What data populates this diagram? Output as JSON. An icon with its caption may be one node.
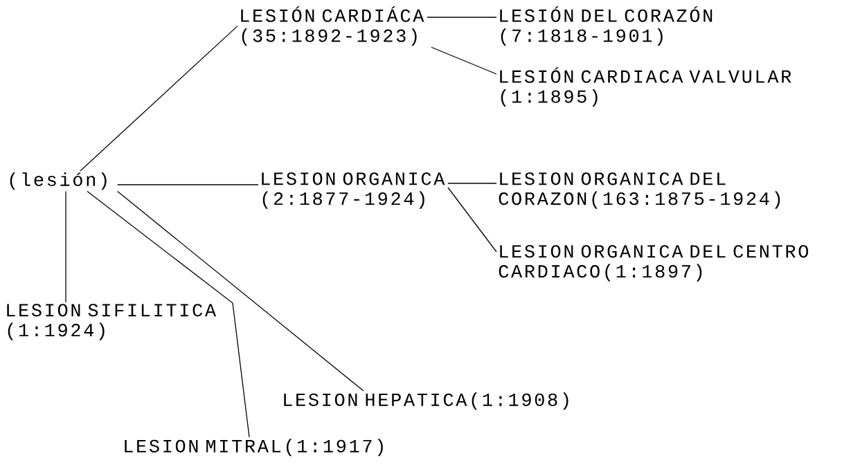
{
  "diagram": {
    "nodes": [
      {
        "text": [
          "(lesión)"
        ]
      },
      {
        "text": [
          "LESIÓN CARDIÁCA (35:1892-1923)"
        ]
      },
      {
        "text": [
          "LESIÓN DEL CORAZÓN (7:1818-1901)"
        ]
      },
      {
        "text": [
          "LESIÓN CARDIACA VALVULAR (1:1895)"
        ]
      },
      {
        "text": [
          "LESION ORGANICA (2:1877-1924)"
        ]
      },
      {
        "text": [
          "LESION ORGANICA DEL CORAZON(163:1875-1924)"
        ]
      },
      {
        "text": [
          "LESION ORGANICA DEL CENTRO CARDIACO(1:1897)"
        ]
      },
      {
        "text": [
          "LESION SIFILITICA (1:1924)"
        ]
      },
      {
        "text": [
          "LESION HEPATICA(1:1908)"
        ]
      },
      {
        "text": [
          "LESION MITRAL(1:1917)"
        ]
      }
    ],
    "edges": [
      {
        "from": 0,
        "to": 1,
        "arrow": "none"
      },
      {
        "from": 1,
        "to": 2,
        "arrow": "none"
      },
      {
        "from": 1,
        "to": 3,
        "arrow": "none"
      },
      {
        "from": 0,
        "to": 4,
        "arrow": "none"
      },
      {
        "from": 4,
        "to": 5,
        "arrow": "none"
      },
      {
        "from": 4,
        "to": 6,
        "arrow": "none"
      },
      {
        "from": 0,
        "to": 7,
        "arrow": "none"
      },
      {
        "from": 0,
        "to": 9,
        "arrow": "none"
      },
      {
        "from": 0,
        "to": 8,
        "arrow": "none"
      }
    ]
  }
}
